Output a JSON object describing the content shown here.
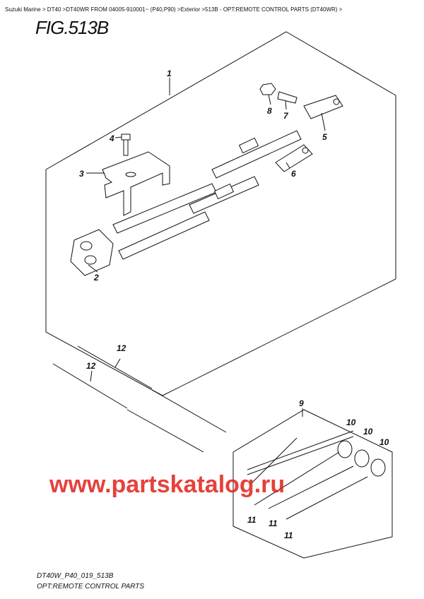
{
  "breadcrumb": "Suzuki Marine > DT40 >DT40WR FROM 04005-910001~ (P40,P90) >Exterior >513B - OPT:REMOTE CONTROL PARTS (DT40WR) >",
  "figure_title": "FIG.513B",
  "callouts": {
    "c1": "1",
    "c2": "2",
    "c3": "3",
    "c4": "4",
    "c5": "5",
    "c6": "6",
    "c7": "7",
    "c8": "8",
    "c9": "9",
    "c10a": "10",
    "c10b": "10",
    "c10c": "10",
    "c11a": "11",
    "c11b": "11",
    "c11c": "11",
    "c12a": "12",
    "c12b": "12"
  },
  "watermark": "www.partskatalog.ru",
  "footer": {
    "code": "DT40W_P40_019_513B",
    "caption": "OPT:REMOTE CONTROL PARTS"
  },
  "colors": {
    "watermark": "#e0201a"
  }
}
